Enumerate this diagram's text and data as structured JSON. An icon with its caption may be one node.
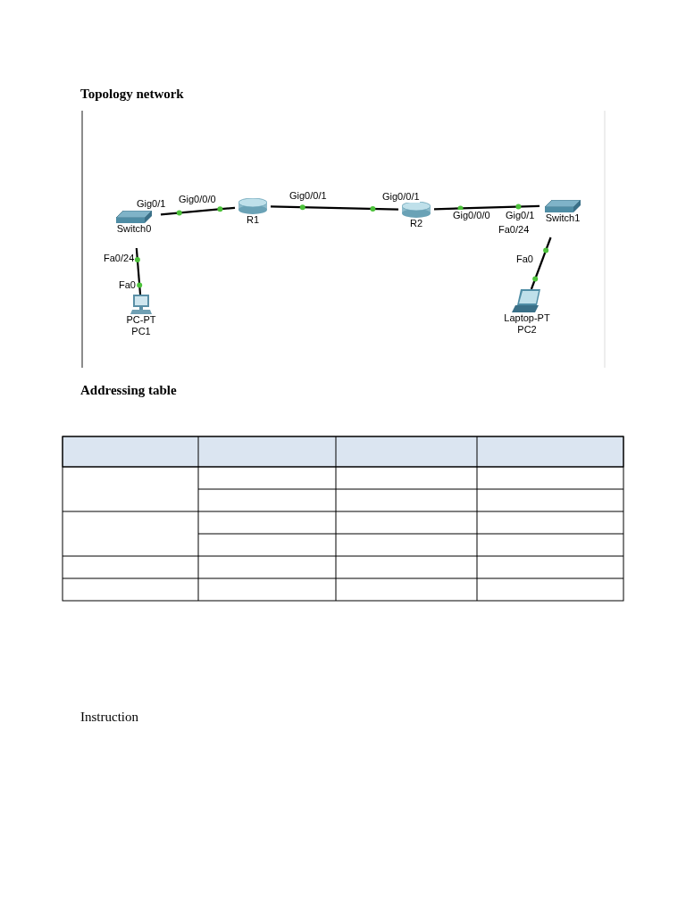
{
  "diagram": {
    "title": "Topology network",
    "nodes": [
      {
        "text": [
          "Switch0"
        ]
      },
      {
        "text": [
          "R1"
        ]
      },
      {
        "text": [
          "R2"
        ]
      },
      {
        "text": [
          "Switch1"
        ]
      },
      {
        "text": [
          "PC-PT",
          "PC1"
        ]
      },
      {
        "text": [
          "Laptop-PT",
          "PC2"
        ]
      }
    ],
    "edges": [
      {
        "from": 0,
        "to": 1,
        "arrow": "none"
      },
      {
        "from": 1,
        "to": 2,
        "arrow": "none"
      },
      {
        "from": 2,
        "to": 3,
        "arrow": "none"
      },
      {
        "from": 0,
        "to": 4,
        "arrow": "none"
      },
      {
        "from": 3,
        "to": 5,
        "arrow": "none"
      }
    ],
    "labels": [
      "Gig0/1",
      "Gig0/0/0",
      "Gig0/0/1",
      "Gig0/0/1",
      "Gig0/0/0",
      "Gig0/1",
      "Fa0/24",
      "Fa0",
      "Fa0/24",
      "Fa0",
      "Addressing table",
      "Instruction"
    ]
  }
}
